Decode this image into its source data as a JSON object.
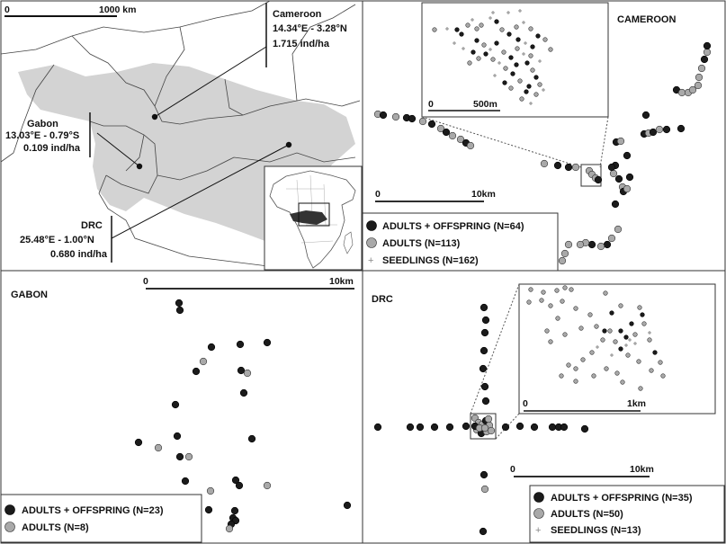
{
  "panels": {
    "map": {
      "scale_zero": "0",
      "scale_label": "1000 km",
      "sites": [
        {
          "name": "Cameroon",
          "coords": "14.34°E - 3.28°N",
          "density": "1.715 ind/ha"
        },
        {
          "name": "Gabon",
          "coords": "13.03°E - 0.79°S",
          "density": "0.109 ind/ha"
        },
        {
          "name": "DRC",
          "coords": "25.48°E - 1.00°N",
          "density": "0.680 ind/ha"
        }
      ]
    },
    "cameroon": {
      "title": "CAMEROON",
      "scale_zero": "0",
      "scale_label": "10km",
      "inset_scale_zero": "0",
      "inset_scale_label": "500m",
      "legend": [
        {
          "symbol": "dark-circle",
          "label": "ADULTS + OFFSPRING (N=64)"
        },
        {
          "symbol": "grey-circle",
          "label": "ADULTS (N=113)"
        },
        {
          "symbol": "cross",
          "label": "SEEDLINGS (N=162)"
        }
      ]
    },
    "gabon": {
      "title": "GABON",
      "scale_zero": "0",
      "scale_label": "10km",
      "legend": [
        {
          "symbol": "dark-circle",
          "label": "ADULTS + OFFSPRING (N=23)"
        },
        {
          "symbol": "grey-circle",
          "label": "ADULTS (N=8)"
        }
      ]
    },
    "drc": {
      "title": "DRC",
      "scale_zero": "0",
      "scale_label": "10km",
      "inset_scale_zero": "0",
      "inset_scale_label": "1km",
      "legend": [
        {
          "symbol": "dark-circle",
          "label": "ADULTS + OFFSPRING (N=35)"
        },
        {
          "symbol": "grey-circle",
          "label": "ADULTS (N=50)"
        },
        {
          "symbol": "cross",
          "label": "SEEDLINGS (N=13)"
        }
      ]
    }
  },
  "colors": {
    "adults_offspring": "#1b1b1b",
    "adults": "#a9a9a9",
    "seedlings": "#888888",
    "forest": "#d3d3d3"
  }
}
